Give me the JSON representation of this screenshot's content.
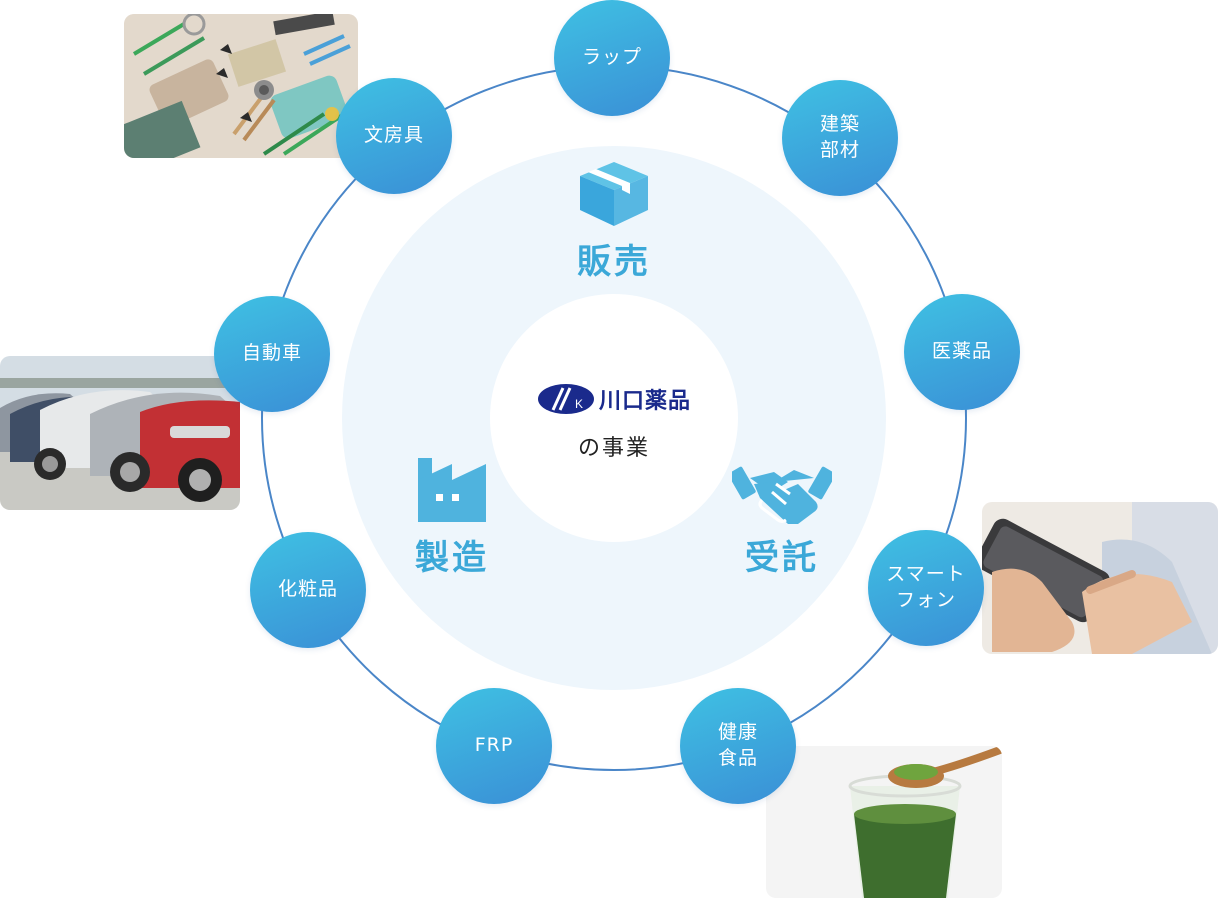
{
  "center": {
    "brand": "川口薬品",
    "caption": "の事業",
    "logo_mark_letter": "K"
  },
  "pillars": {
    "sales": "販売",
    "manufacturing": "製造",
    "consignment": "受託"
  },
  "nodes": {
    "wrap": "ラップ",
    "building": "建築\n部材",
    "medicine": "医薬品",
    "smartphone": "スマート\nフォン",
    "health_food": "健康\n食品",
    "frp": "FRP",
    "cosmetics": "化粧品",
    "automobile": "自動車",
    "stationery": "文房具"
  },
  "colors": {
    "node_start": "#3fc1e3",
    "node_end": "#3a8fd6",
    "ring_line": "#4a86c8",
    "inner_disc": "#eef6fc",
    "pillar_text": "#3ba8d8",
    "brand_text": "#1a2a8c"
  },
  "icons": {
    "sales": "box-icon",
    "manufacturing": "factory-icon",
    "consignment": "handshake-icon"
  }
}
